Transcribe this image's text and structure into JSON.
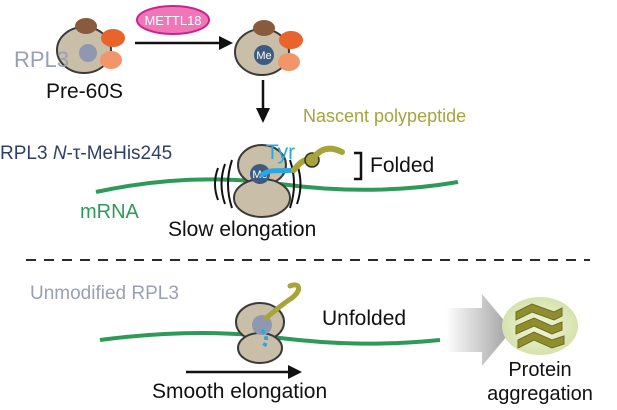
{
  "labels": {
    "enzyme": "METTL18",
    "rpl3_top": "RPL3",
    "pre60s": "Pre-60S",
    "me": "Me",
    "nascent": "Nascent polypeptide",
    "rpl3_mod_a": "RPL3 ",
    "rpl3_mod_b": "N",
    "rpl3_mod_c": "-τ-MeHis245",
    "tyr": "Tyr",
    "folded": "Folded",
    "mrna": "mRNA",
    "slow": "Slow elongation",
    "unmod": "Unmodified RPL3",
    "unfolded": "Unfolded",
    "smooth": "Smooth elongation",
    "protein1": "Protein",
    "protein2": "aggregation"
  },
  "colors": {
    "ribosome_fill": "#c9bfa8",
    "ribosome_stroke": "#3a3a3a",
    "rpl3": "#8f98b0",
    "brown_protein": "#8a5a3c",
    "orange_protein": "#e8642a",
    "salmon_protein": "#f2956a",
    "enzyme_fill": "#ee77b8",
    "enzyme_stroke": "#d0208e",
    "me_fill": "#3d5a80",
    "olive": "#a6a43a",
    "cyan": "#29a8e0",
    "mrna": "#2e9a5a",
    "navy_label": "#2f3f66",
    "grey_label": "#9aa0b4",
    "aggregate_halo": "#e3ecc4",
    "aggregate": "#8f8e2f"
  }
}
